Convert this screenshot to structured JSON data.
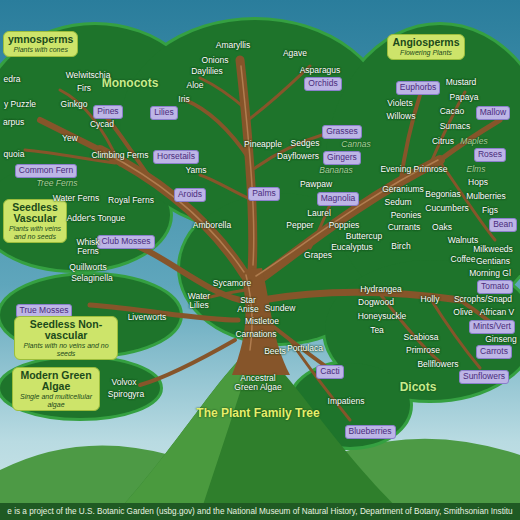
{
  "diagram": {
    "title": "The Plant Family Tree",
    "caption": "e is a project of the U.S. Botanic Garden (usbg.gov) and the National Museum of Natural History, Department of Botany, Smithsonian Institu",
    "nodes": [
      {
        "text": [
          "ymnosperms",
          "Plants with cones"
        ]
      },
      {
        "text": [
          "Angiosperms",
          "Flowering Plants"
        ]
      },
      {
        "text": [
          "Orchids"
        ]
      },
      {
        "text": [
          "Lilies"
        ]
      },
      {
        "text": [
          "Pines"
        ]
      },
      {
        "text": [
          "Euphorbs"
        ]
      },
      {
        "text": [
          "Mallow"
        ]
      },
      {
        "text": [
          "Grasses"
        ]
      },
      {
        "text": [
          "Roses"
        ]
      },
      {
        "text": [
          "Horsetails"
        ]
      },
      {
        "text": [
          "Gingers"
        ]
      },
      {
        "text": [
          "Common Fern"
        ]
      },
      {
        "text": [
          "Palms"
        ]
      },
      {
        "text": [
          "Aroids"
        ]
      },
      {
        "text": [
          "Magnolia"
        ]
      },
      {
        "text": [
          "Seedless Vascular",
          "Plants with veins and no seeds"
        ]
      },
      {
        "text": [
          "Bean"
        ]
      },
      {
        "text": [
          "Club Mosses"
        ]
      },
      {
        "text": [
          "Tomato"
        ]
      },
      {
        "text": [
          "True Mosses"
        ]
      },
      {
        "text": [
          "Mints/Vert"
        ]
      },
      {
        "text": [
          "Seedless Non-vascular",
          "Plants with no veins and no seeds"
        ]
      },
      {
        "text": [
          "Carrots"
        ]
      },
      {
        "text": [
          "Sunflowers"
        ]
      },
      {
        "text": [
          "Cacti"
        ]
      },
      {
        "text": [
          "Modern Green Algae",
          "Single and multicellular algae"
        ]
      },
      {
        "text": [
          "Blueberries"
        ]
      }
    ],
    "labels": [
      "Monocots",
      "Amaryllis",
      "Agave",
      "Onions",
      "Daylilies",
      "Asparagus",
      "Aloe",
      "Iris",
      "edra",
      "Welwitschia",
      "Firs",
      "Ginkgo",
      "y Puzzle",
      "Cycad",
      "arpus",
      "Yew",
      "quoia",
      "Climbing Ferns",
      "Tree Ferns",
      "Water Ferns",
      "Royal Ferns",
      "Adder's Tongue",
      "Whisk Ferns",
      "Quillworts",
      "Selaginella",
      "Liverworts",
      "Volvox",
      "Spirogyra",
      "Pineapple",
      "Sedges",
      "Cannas",
      "Dayflowers",
      "Bananas",
      "Yams",
      "Pawpaw",
      "Amborella",
      "Laurel",
      "Pepper",
      "Poppies",
      "Buttercup",
      "Eucalyptus",
      "Grapes",
      "Sycamore",
      "Water Lilies",
      "Star Anise",
      "Sundew",
      "Mistletoe",
      "Carnations",
      "Beets",
      "Portulaca",
      "Impatiens",
      "Ancestral Green Algae",
      "Mustard",
      "Papaya",
      "Violets",
      "Cacao",
      "Willows",
      "Sumacs",
      "Citrus",
      "Maples",
      "Evening Primrose",
      "Elms",
      "Hops",
      "Geraniums",
      "Begonias",
      "Mulberries",
      "Sedum",
      "Cucumbers",
      "Figs",
      "Peonies",
      "Currants",
      "Oaks",
      "Walnuts",
      "Birch",
      "Milkweeds",
      "Coffee",
      "Gentians",
      "Morning Gl",
      "Hydrangea",
      "Holly",
      "Scrophs/Snapd",
      "Dogwood",
      "Olive",
      "African V",
      "Honeysuckle",
      "Tea",
      "Scabiosa",
      "Ginseng",
      "Primrose",
      "Bellflowers",
      "Dicots"
    ]
  }
}
